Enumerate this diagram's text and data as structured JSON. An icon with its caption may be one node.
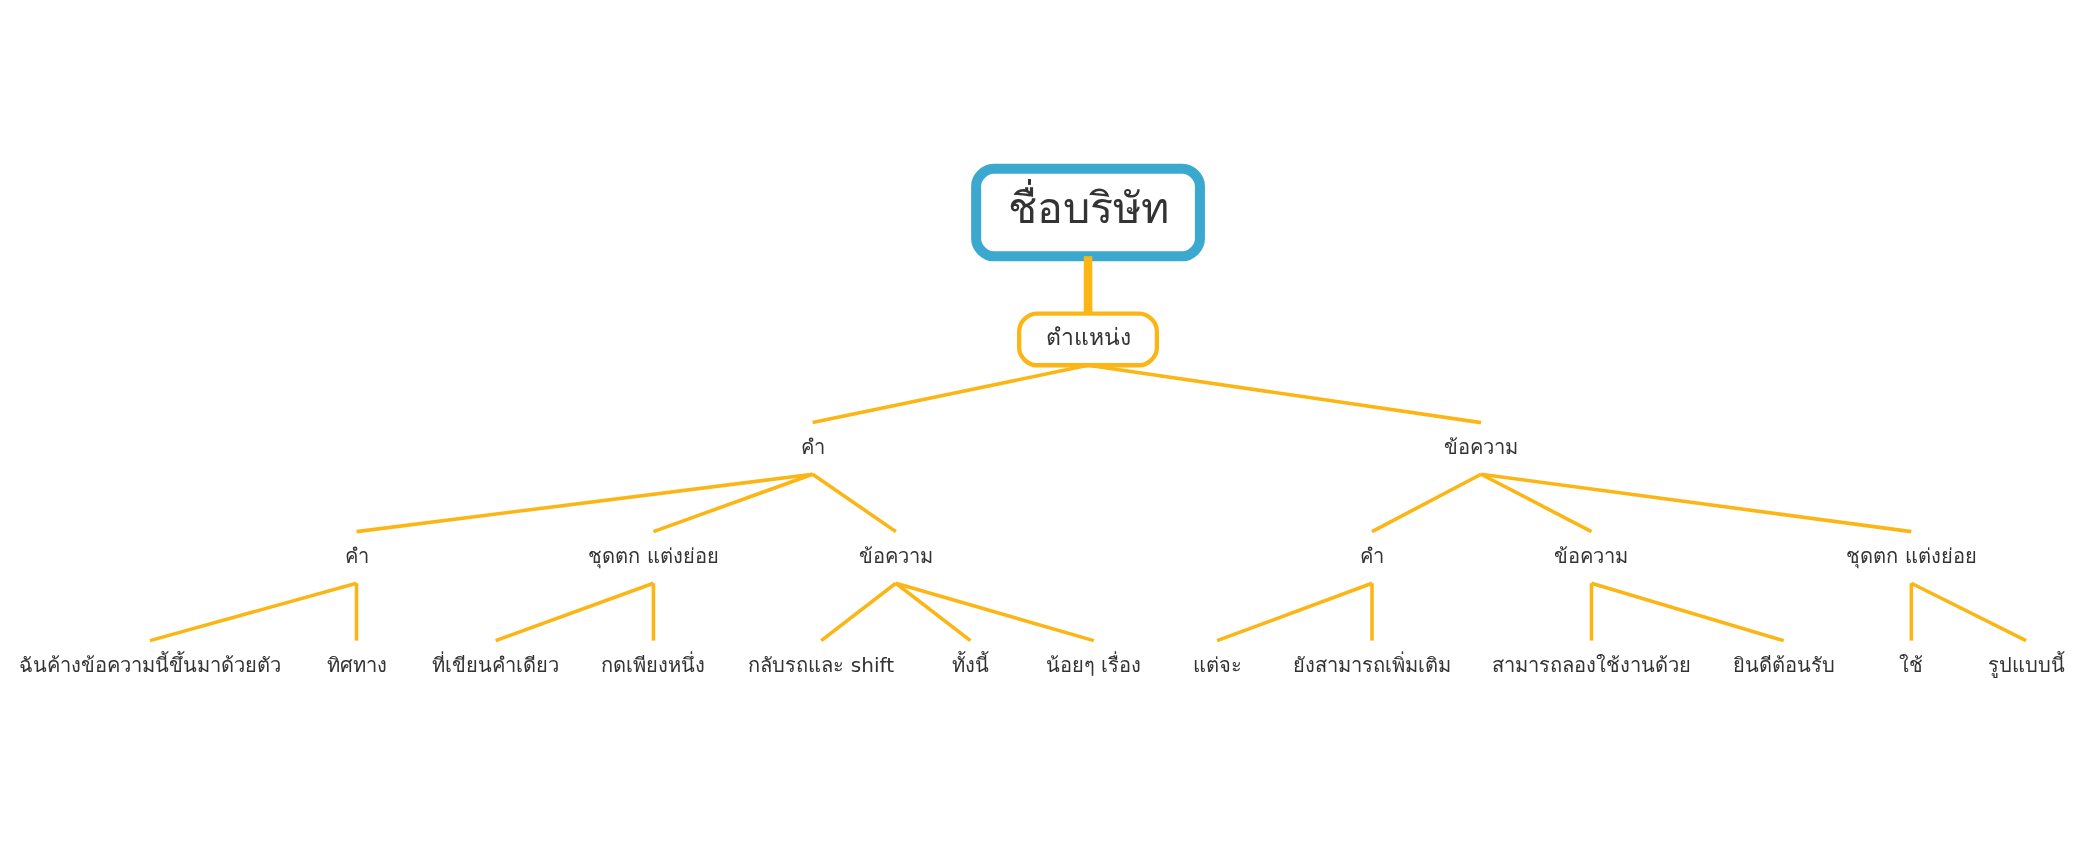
{
  "diagram": {
    "nodes": [
      {
        "text": [
          "ชื่อบริษัท"
        ]
      },
      {
        "text": [
          "ตำแหน่ง"
        ]
      },
      {
        "text": [
          "คำ"
        ]
      },
      {
        "text": [
          "ข้อความ"
        ]
      },
      {
        "text": [
          "คำ"
        ]
      },
      {
        "text": [
          "ชุดตก แต่งย่อย"
        ]
      },
      {
        "text": [
          "ข้อความ"
        ]
      },
      {
        "text": [
          "คำ"
        ]
      },
      {
        "text": [
          "ข้อความ"
        ]
      },
      {
        "text": [
          "ชุดตก แต่งย่อย"
        ]
      },
      {
        "text": [
          "ฉันค้างข้อความนี้ขึ้นมาด้วยตัว"
        ]
      },
      {
        "text": [
          "ทิศทาง"
        ]
      },
      {
        "text": [
          "ที่เขียนคำเดียว"
        ]
      },
      {
        "text": [
          "กดเพียงหนึ่ง"
        ]
      },
      {
        "text": [
          "กลับรถและ shift"
        ]
      },
      {
        "text": [
          "ทั้งนี้"
        ]
      },
      {
        "text": [
          "น้อยๆ เรื่อง"
        ]
      },
      {
        "text": [
          "แต่จะ"
        ]
      },
      {
        "text": [
          "ยังสามารถเพิ่มเติม"
        ]
      },
      {
        "text": [
          "สามารถลองใช้งานด้วย"
        ]
      },
      {
        "text": [
          "ยินดีต้อนรับ"
        ]
      },
      {
        "text": [
          "ใช้"
        ]
      },
      {
        "text": [
          "รูปแบบนี้"
        ]
      }
    ],
    "edges": [
      {
        "from": 0,
        "to": 1,
        "arrow": "none",
        "style": "thick"
      },
      {
        "from": 1,
        "to": 2,
        "arrow": "none"
      },
      {
        "from": 1,
        "to": 3,
        "arrow": "none"
      },
      {
        "from": 2,
        "to": 4,
        "arrow": "none"
      },
      {
        "from": 2,
        "to": 5,
        "arrow": "none"
      },
      {
        "from": 2,
        "to": 6,
        "arrow": "none"
      },
      {
        "from": 3,
        "to": 7,
        "arrow": "none"
      },
      {
        "from": 3,
        "to": 8,
        "arrow": "none"
      },
      {
        "from": 3,
        "to": 9,
        "arrow": "none"
      },
      {
        "from": 4,
        "to": 10,
        "arrow": "none"
      },
      {
        "from": 4,
        "to": 11,
        "arrow": "none"
      },
      {
        "from": 5,
        "to": 12,
        "arrow": "none"
      },
      {
        "from": 5,
        "to": 13,
        "arrow": "none"
      },
      {
        "from": 6,
        "to": 14,
        "arrow": "none"
      },
      {
        "from": 6,
        "to": 15,
        "arrow": "none"
      },
      {
        "from": 6,
        "to": 16,
        "arrow": "none"
      },
      {
        "from": 7,
        "to": 17,
        "arrow": "none"
      },
      {
        "from": 7,
        "to": 18,
        "arrow": "none"
      },
      {
        "from": 8,
        "to": 19,
        "arrow": "none"
      },
      {
        "from": 8,
        "to": 20,
        "arrow": "none"
      },
      {
        "from": 9,
        "to": 21,
        "arrow": "none"
      },
      {
        "from": 9,
        "to": 22,
        "arrow": "none"
      }
    ]
  }
}
